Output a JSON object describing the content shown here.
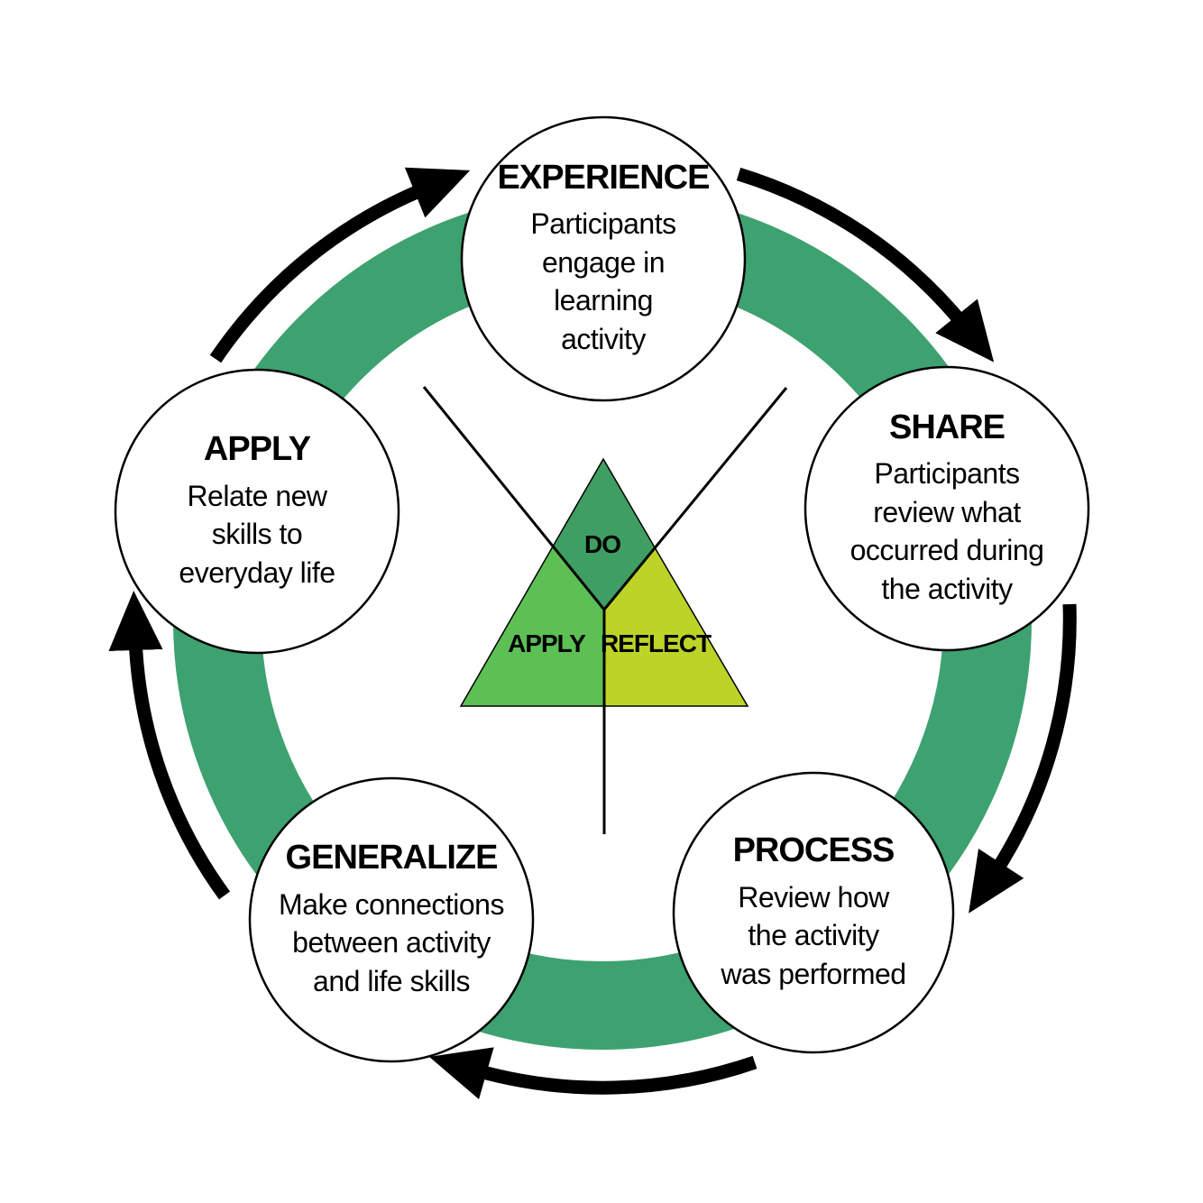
{
  "diagram": {
    "nodes": [
      {
        "title": "EXPERIENCE",
        "lines": [
          "Participants",
          "engage in",
          "learning",
          "activity"
        ]
      },
      {
        "title": "SHARE",
        "lines": [
          "Participants",
          "review what",
          "occurred during",
          "the activity"
        ]
      },
      {
        "title": "PROCESS",
        "lines": [
          "Review how",
          "the activity",
          "was performed"
        ]
      },
      {
        "title": "GENERALIZE",
        "lines": [
          "Make connections",
          "between activity",
          "and life skills"
        ]
      },
      {
        "title": "APPLY",
        "lines": [
          "Relate new",
          "skills to",
          "everyday life"
        ]
      }
    ],
    "triangle": {
      "top_label": "DO",
      "left_label": "APPLY",
      "right_label": "REFLECT"
    },
    "colors": {
      "ring": "#3da26f",
      "triangle_do": "#3f9e62",
      "triangle_apply": "#5cc055",
      "triangle_reflect": "#bdd327",
      "arrow": "#000000",
      "outline": "#000000",
      "circle_fill": "#ffffff"
    }
  }
}
